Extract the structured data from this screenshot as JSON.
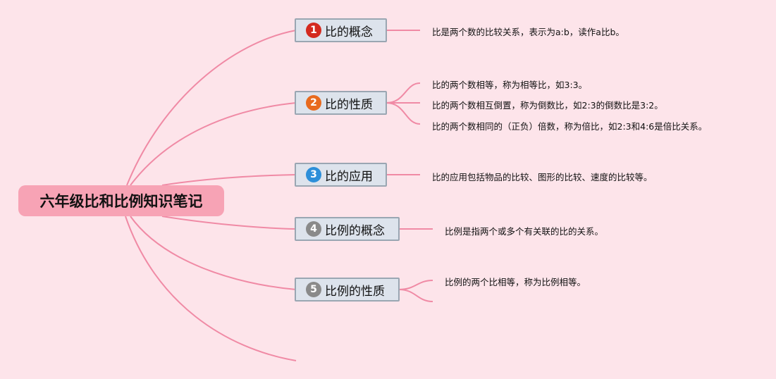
{
  "colors": {
    "background": "#fde4ea",
    "line": "#f08aa5",
    "root_fill": "#f7a3b5",
    "topic_fill": "#dde3ec",
    "topic_border": "#9aa6b2",
    "badge_1": "#d42a1f",
    "badge_2": "#e86a1e",
    "badge_3": "#2d8fd9",
    "badge_4": "#8a8a8a",
    "badge_5": "#8a8a8a"
  },
  "root": {
    "label": "六年级比和比例知识笔记"
  },
  "topics": [
    {
      "number": "1",
      "label": "比的概念",
      "notes": [
        "比是两个数的比较关系，表示为a:b，读作a比b。"
      ]
    },
    {
      "number": "2",
      "label": "比的性质",
      "notes": [
        "比的两个数相等，称为相等比，如3:3。",
        "比的两个数相互倒置，称为倒数比，如2:3的倒数比是3:2。",
        "比的两个数相同的（正负）倍数，称为倍比，如2:3和4:6是倍比关系。"
      ]
    },
    {
      "number": "3",
      "label": "比的应用",
      "notes": [
        "比的应用包括物品的比较、图形的比较、速度的比较等。"
      ]
    },
    {
      "number": "4",
      "label": "比例的概念",
      "notes": [
        "比例是指两个或多个有关联的比的关系。"
      ]
    },
    {
      "number": "5",
      "label": "比例的性质",
      "notes": [
        "比例的两个比相等，称为比例相等。"
      ]
    }
  ]
}
